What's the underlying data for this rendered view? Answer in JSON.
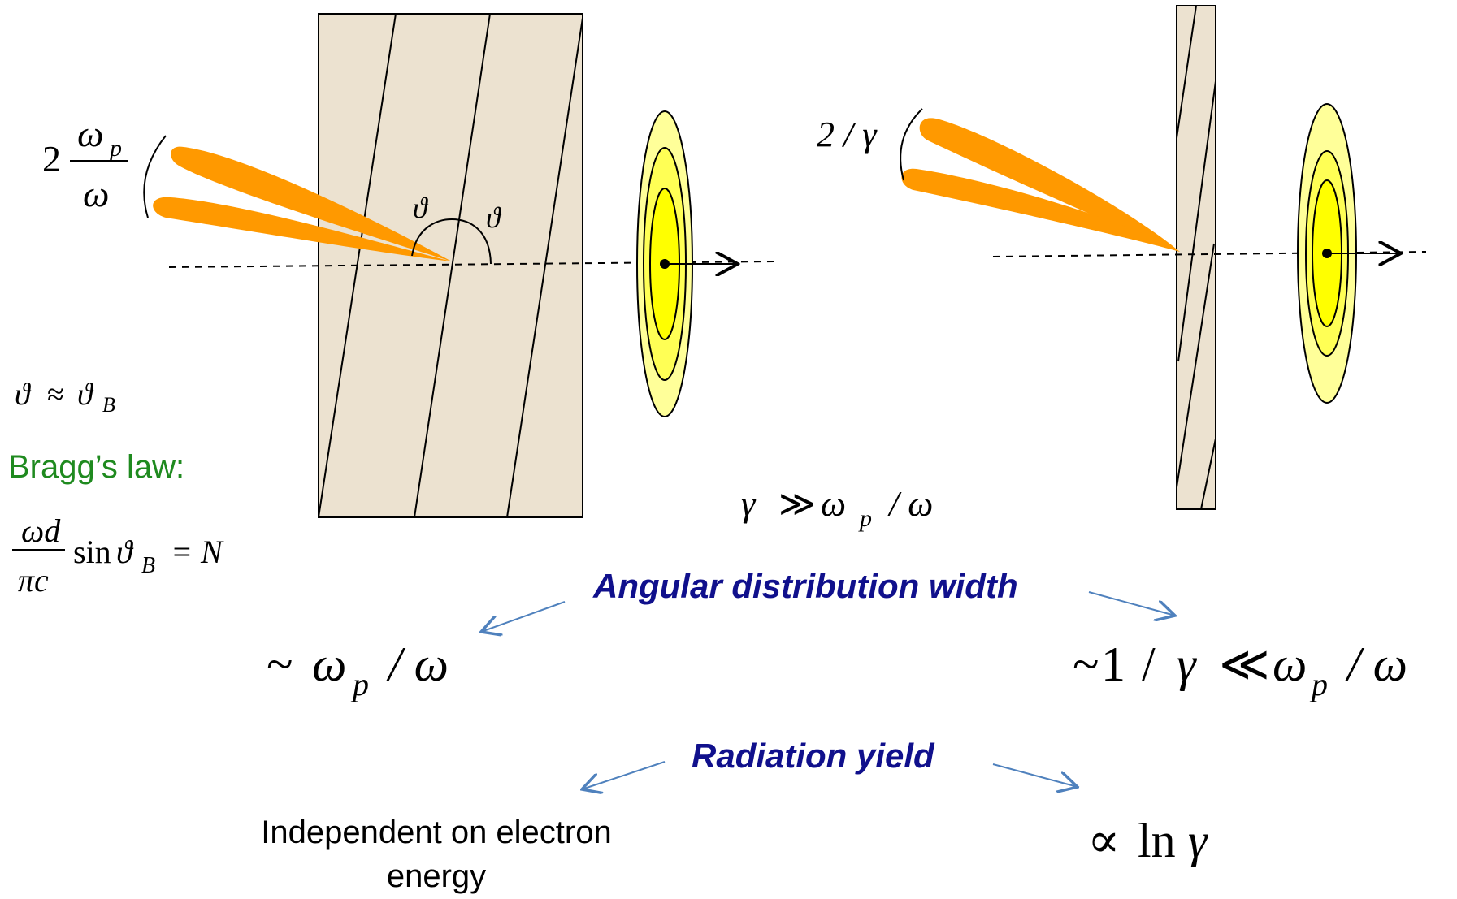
{
  "left_setup": {
    "cone_label": {
      "prefix": "2",
      "numerator": "ω",
      "numerator_sub": "p",
      "denominator": "ω"
    },
    "angle_label_left": "ϑ",
    "angle_label_right": "ϑ",
    "condition": {
      "lhs": "ϑ",
      "op": "≈",
      "rhs": "ϑ",
      "rhs_sub": "B"
    }
  },
  "right_setup": {
    "cone_label": "2 / γ"
  },
  "bragg": {
    "title": "Bragg’s law:",
    "numerator": "ωd",
    "denominator": "πc",
    "sin": "sin",
    "theta": "ϑ",
    "theta_sub": "B",
    "rhs": "= N"
  },
  "gamma_condition": {
    "lhs": "γ",
    "op": "≫",
    "omega": "ω",
    "omega_sub": "p",
    "rest": "/ ω"
  },
  "angular": {
    "heading": "Angular distribution width",
    "left": {
      "tilde": "~",
      "omega": "ω",
      "sub": "p",
      "rest": "/ ω"
    },
    "right": {
      "tilde": "~",
      "one": "1",
      "slash": "/",
      "gamma": "γ",
      "op": "≪",
      "omega": "ω",
      "sub": "p",
      "rest": "/ ω"
    }
  },
  "yield": {
    "heading": "Radiation yield",
    "left_line1": "Independent on electron",
    "left_line2": "energy",
    "right": {
      "prop": "∝",
      "ln": "ln",
      "gamma": "γ"
    }
  },
  "colors": {
    "slab_fill": "#ece2d0",
    "cone_orange": "#ff9900",
    "ellipse_outer": "#ffff99",
    "ellipse_inner": "#ffff00",
    "heading_blue": "#10108c",
    "bragg_green": "#1f8a1f",
    "arrow_blue": "#4f81bd"
  }
}
